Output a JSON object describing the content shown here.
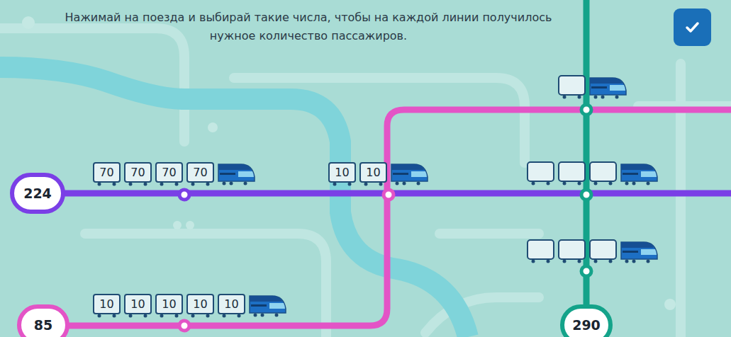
{
  "diagram": {
    "title": "Нажимай на поезда и выбирай такие числа, чтобы на каждой линии получилось нужное количество пассажиров.",
    "nodes": [
      {
        "text": [
          "70"
        ]
      },
      {
        "text": [
          "70"
        ]
      },
      {
        "text": [
          "70"
        ]
      },
      {
        "text": [
          "70"
        ]
      },
      {
        "text": [
          "10"
        ]
      },
      {
        "text": [
          "10"
        ]
      },
      {
        "text": [
          "224"
        ]
      },
      {
        "text": [
          "10"
        ]
      },
      {
        "text": [
          "10"
        ]
      },
      {
        "text": [
          "10"
        ]
      },
      {
        "text": [
          "10"
        ]
      },
      {
        "text": [
          "10"
        ]
      },
      {
        "text": [
          "85"
        ]
      },
      {
        "text": [
          "290"
        ]
      }
    ]
  }
}
